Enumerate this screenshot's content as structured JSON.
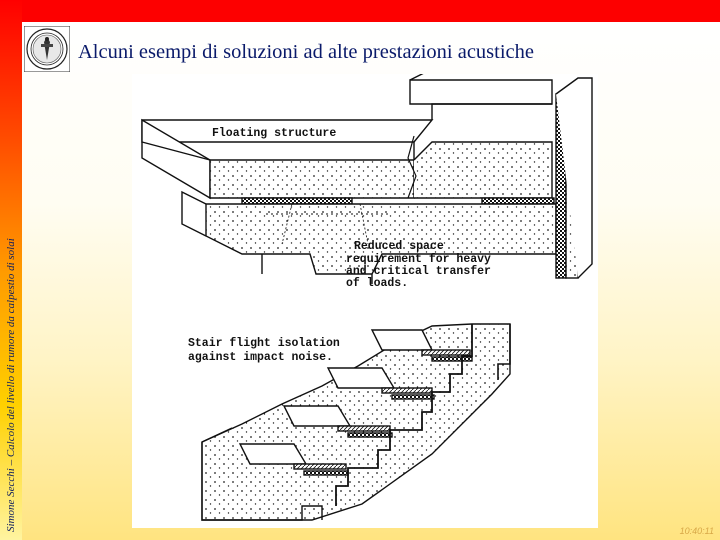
{
  "slide": {
    "title": "Alcuni esempi di soluzioni ad alte prestazioni acustiche",
    "side_text": "Simone Secchi – Calcolo del livello di rumore da calpestio di solai",
    "timestamp": "10:40:11"
  },
  "figure": {
    "top_labels": [
      "Floating structure",
      "Reduced space",
      "requirement for heavy",
      "and critical transfer",
      "of loads."
    ],
    "bottom_labels": [
      "Stair flight isolation",
      "against impact noise."
    ]
  },
  "colors": {
    "bar": "#fd0000",
    "title": "#0a1a6a",
    "side_text": "#102060",
    "timestamp": "#d8a848"
  }
}
